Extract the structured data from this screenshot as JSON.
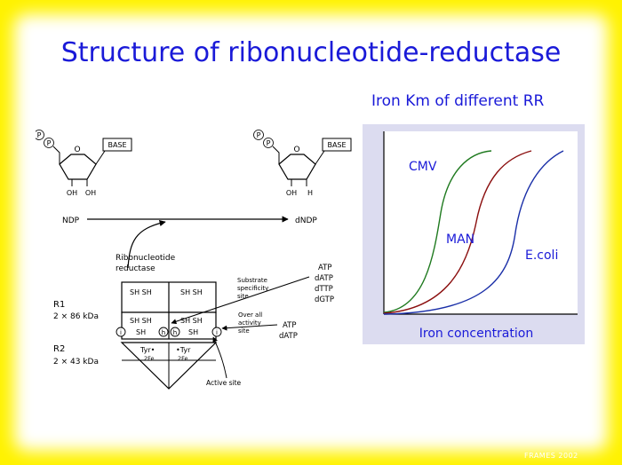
{
  "slide": {
    "title": "Structure of ribonucleotide-reductase",
    "subtitle": "Iron Km of different RR",
    "footer": "FRAMES 2002"
  },
  "reaction": {
    "phosphate": "P",
    "base": "BASE",
    "ring_oxygen": "O",
    "ndp_substituents": [
      "OH",
      "OH"
    ],
    "dndp_substituents": [
      "OH",
      "H"
    ],
    "substrate": "NDP",
    "product": "dNDP",
    "enzyme_label": [
      "Ribonucleotide",
      "reductase"
    ]
  },
  "protein": {
    "r1_label": "R1",
    "r1_size": "2 × 86 kDa",
    "r2_label": "R2",
    "r2_size": "2 × 43 kDa",
    "sh_top_left": "SH SH",
    "sh_top_right": "SH SH",
    "sh_mid_left": "SH SH",
    "sh_mid_right": "SH SH",
    "chain_sh": "SH",
    "site_i": "i",
    "site_h": "h",
    "tyr_left": "Tyr•",
    "tyr_right": "•Tyr",
    "fe": "2Fe",
    "substrate_site": [
      "Substrate",
      "specificity",
      "site"
    ],
    "substrate_effectors": [
      "ATP",
      "dATP",
      "dTTP",
      "dGTP"
    ],
    "activity_site": [
      "Over all",
      "activity",
      "site"
    ],
    "activity_effectors": [
      "ATP",
      "dATP"
    ],
    "active_site": "Active site"
  },
  "chart_data": {
    "type": "line",
    "title": "",
    "xlabel": "Iron concentration",
    "ylabel": "",
    "curve_shape": "sigmoid",
    "series": [
      {
        "name": "CMV",
        "color": "#1f7a1f"
      },
      {
        "name": "MAN",
        "color": "#8b0f0f"
      },
      {
        "name": "E.coli",
        "color": "#1a2fa8"
      }
    ]
  }
}
